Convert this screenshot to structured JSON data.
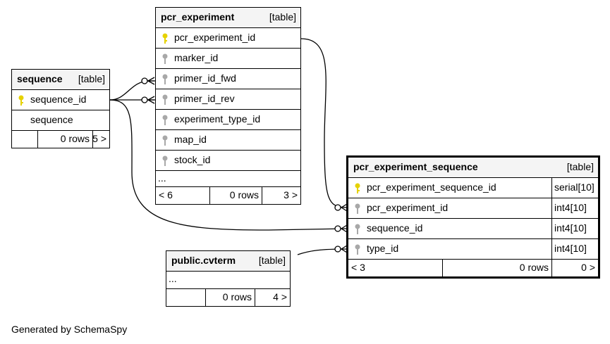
{
  "tables": {
    "pcr_experiment": {
      "name": "pcr_experiment",
      "kind": "[table]",
      "columns": [
        {
          "name": "pcr_experiment_id",
          "key": "primary"
        },
        {
          "name": "marker_id",
          "key": "foreign"
        },
        {
          "name": "primer_id_fwd",
          "key": "foreign"
        },
        {
          "name": "primer_id_rev",
          "key": "foreign"
        },
        {
          "name": "experiment_type_id",
          "key": "foreign"
        },
        {
          "name": "map_id",
          "key": "foreign"
        },
        {
          "name": "stock_id",
          "key": "foreign"
        }
      ],
      "more": "...",
      "footer": {
        "parents": "< 6",
        "rows": "0 rows",
        "children": "3 >"
      }
    },
    "sequence": {
      "name": "sequence",
      "kind": "[table]",
      "columns": [
        {
          "name": "sequence_id",
          "key": "primary"
        },
        {
          "name": "sequence",
          "key": "none"
        }
      ],
      "footer": {
        "parents": "",
        "rows": "0 rows",
        "children": "5 >"
      }
    },
    "pcr_experiment_sequence": {
      "name": "pcr_experiment_sequence",
      "kind": "[table]",
      "columns": [
        {
          "name": "pcr_experiment_sequence_id",
          "type": "serial[10]",
          "key": "primary"
        },
        {
          "name": "pcr_experiment_id",
          "type": "int4[10]",
          "key": "foreign"
        },
        {
          "name": "sequence_id",
          "type": "int4[10]",
          "key": "foreign"
        },
        {
          "name": "type_id",
          "type": "int4[10]",
          "key": "foreign"
        }
      ],
      "footer": {
        "parents": "< 3",
        "rows": "0 rows",
        "children": "0 >"
      }
    },
    "cvterm": {
      "name": "public.cvterm",
      "kind": "[table]",
      "more": "...",
      "footer": {
        "parents": "",
        "rows": "0 rows",
        "children": "4 >"
      }
    }
  },
  "key_colors": {
    "primary": "#e6d200",
    "foreign": "#a8a8a8"
  },
  "footer_note": "Generated by SchemaSpy"
}
